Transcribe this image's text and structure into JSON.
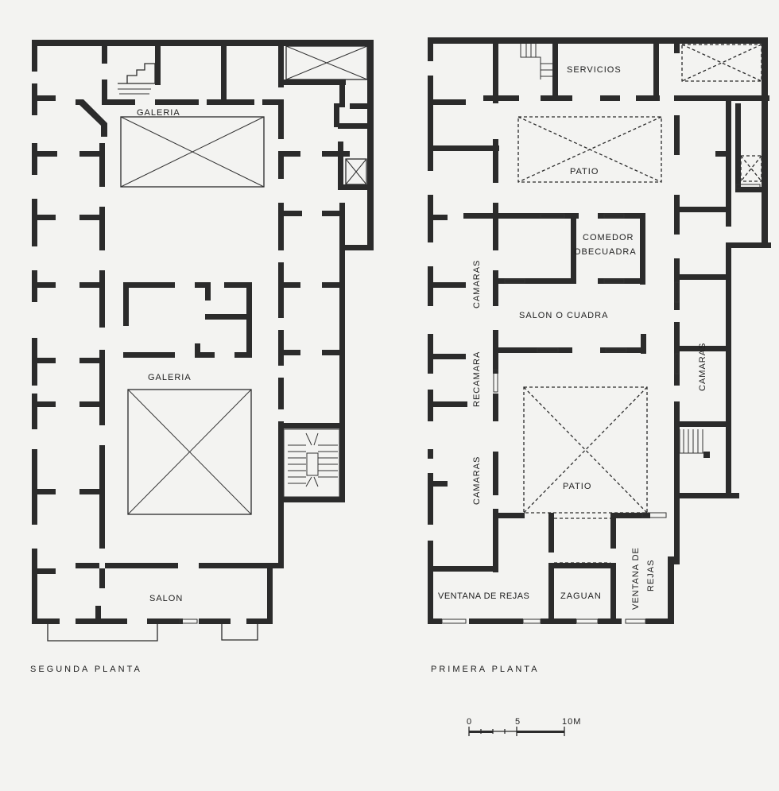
{
  "segunda": {
    "title": "SEGUNDA PLANTA",
    "galeria_top": "GALERIA",
    "galeria_mid": "GALERIA",
    "salon": "SALON"
  },
  "primera": {
    "title": "PRIMERA PLANTA",
    "servicios": "SERVICIOS",
    "patio_top": "PATIO",
    "comedor": "COMEDOR",
    "obecuadra": "OBECUADRA",
    "camaras_left_top": "CAMARAS",
    "salon_cuadra": "SALON O CUADRA",
    "recamara": "RECAMARA",
    "camaras_right": "CAMARAS",
    "camaras_left_bottom": "CAMARAS",
    "patio_bottom": "PATIO",
    "ventana_left": "VENTANA DE REJAS",
    "zaguan": "ZAGUAN",
    "ventana_right_1": "VENTANA DE",
    "ventana_right_2": "REJAS"
  },
  "scale": {
    "t0": "0",
    "t5": "5",
    "t10": "10M"
  }
}
